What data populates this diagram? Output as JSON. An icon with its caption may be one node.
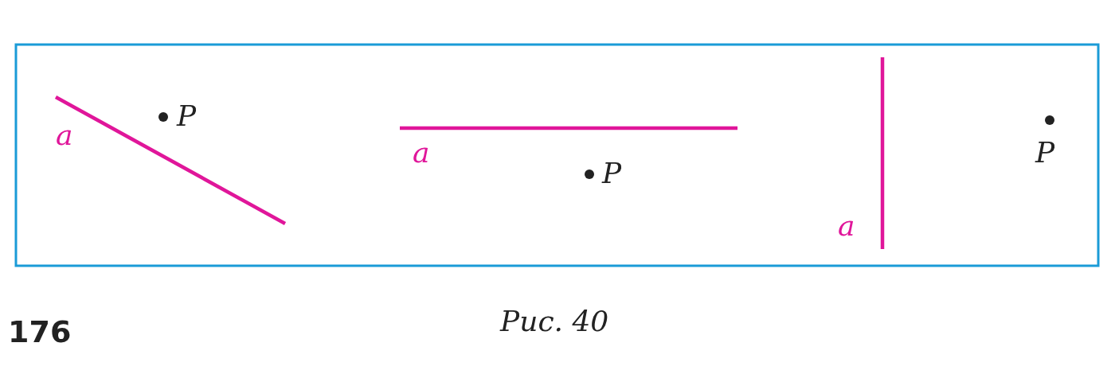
{
  "diagram": {
    "caption": "Рис. 40",
    "labels": [
      "a",
      "P",
      "a",
      "P",
      "a",
      "P",
      "176"
    ]
  }
}
